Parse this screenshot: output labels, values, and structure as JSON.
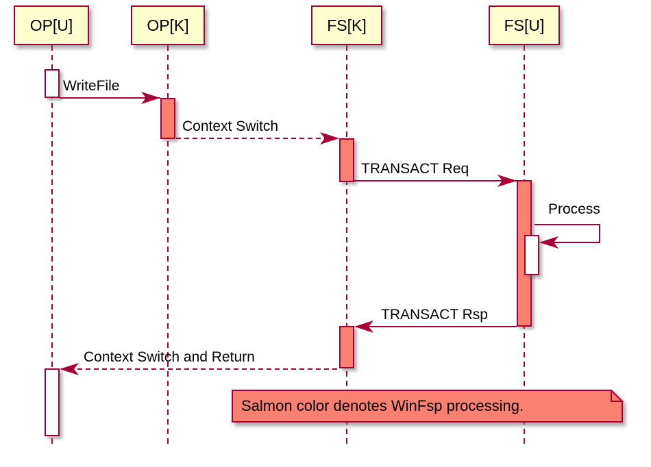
{
  "diagram": {
    "type": "uml-sequence-diagram",
    "colors": {
      "participant_fill": "#FEFECE",
      "line_and_border": "#A80036",
      "processing_fill": "#FA8072",
      "idle_fill": "#FFFFFF",
      "text": "#000000",
      "background": "#FFFFFF"
    },
    "participants": [
      {
        "name": "OP[U]"
      },
      {
        "name": "OP[K]"
      },
      {
        "name": "FS[K]"
      },
      {
        "name": "FS[U]"
      }
    ],
    "messages": [
      {
        "label": "WriteFile",
        "from": "OP[U]",
        "to": "OP[K]",
        "style": "solid"
      },
      {
        "label": "Context Switch",
        "from": "OP[K]",
        "to": "FS[K]",
        "style": "dashed"
      },
      {
        "label": "TRANSACT Req",
        "from": "FS[K]",
        "to": "FS[U]",
        "style": "solid"
      },
      {
        "label": "Process",
        "from": "FS[U]",
        "to": "FS[U]",
        "style": "solid-self"
      },
      {
        "label": "TRANSACT Rsp",
        "from": "FS[U]",
        "to": "FS[K]",
        "style": "solid"
      },
      {
        "label": "Context Switch and Return",
        "from": "FS[K]",
        "to": "OP[U]",
        "style": "dashed"
      }
    ],
    "note": {
      "text": "Salmon color denotes WinFsp processing."
    }
  }
}
